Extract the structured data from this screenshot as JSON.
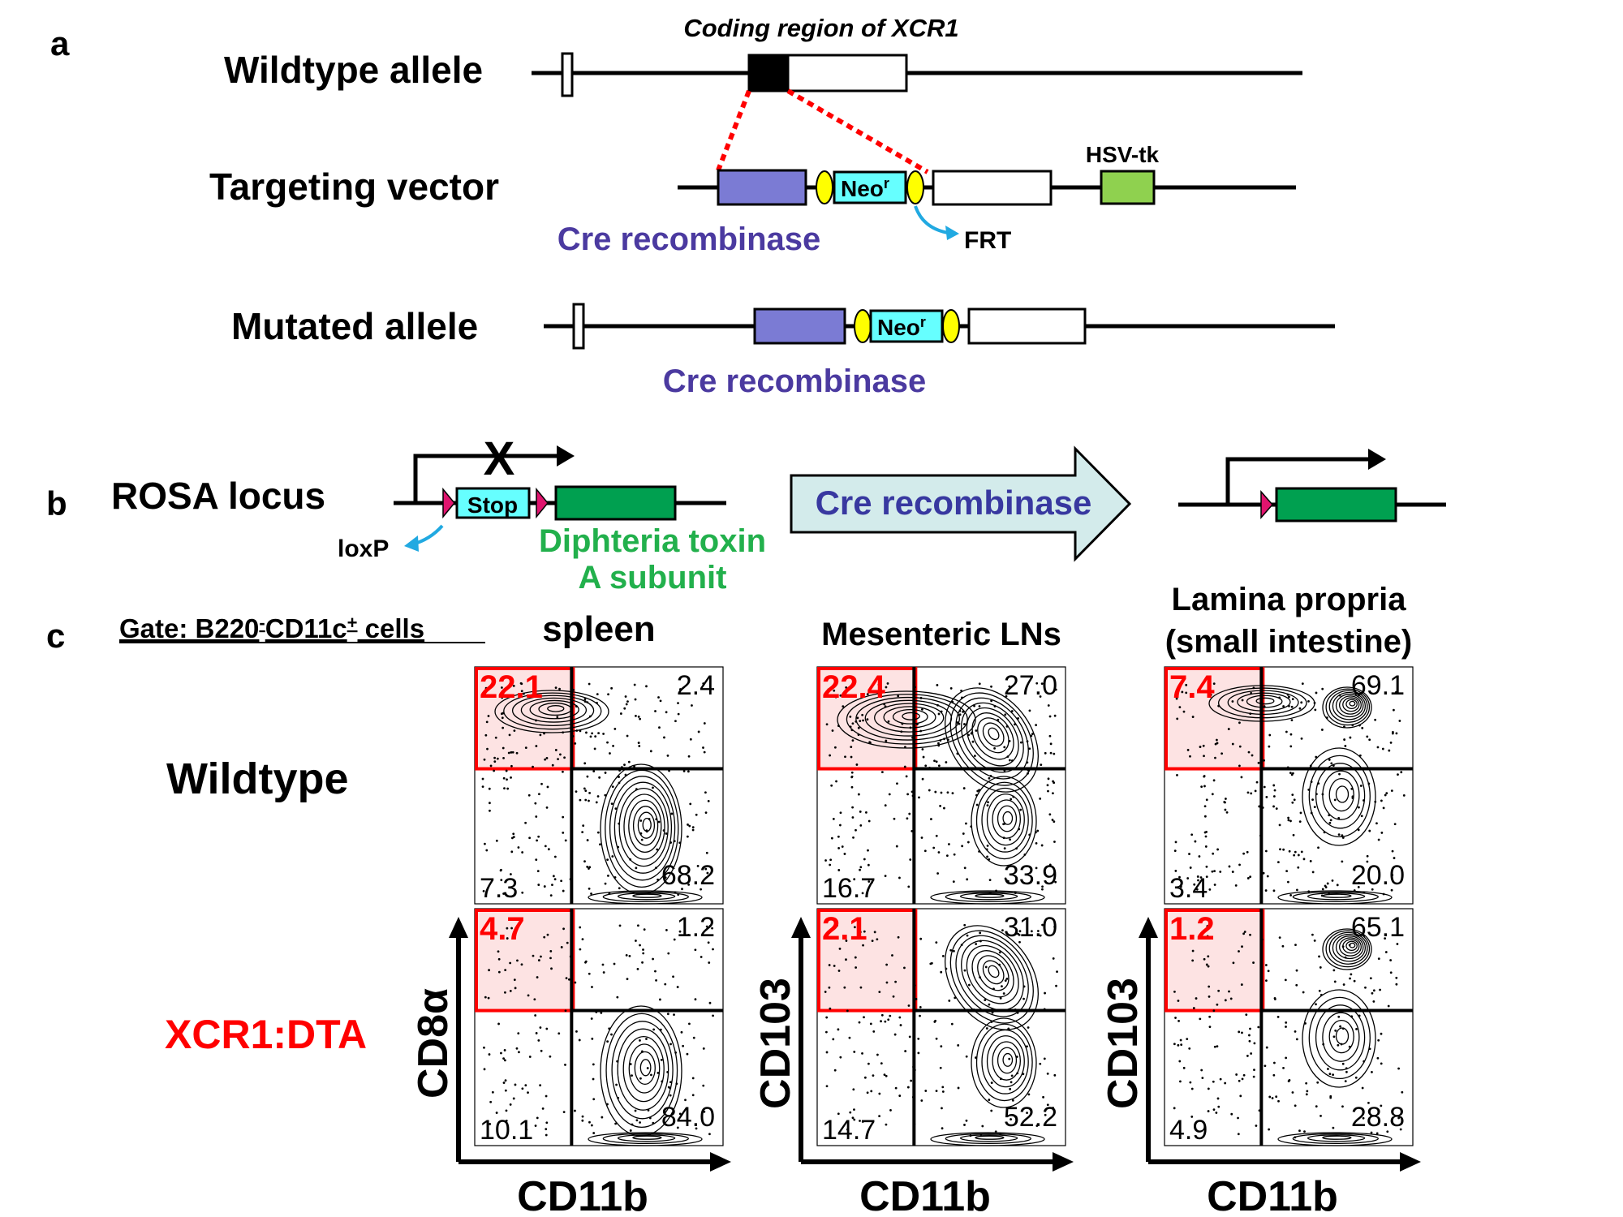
{
  "panel_a": {
    "label": "a",
    "coding_region": "Coding region of XCR1",
    "wildtype": "Wildtype allele",
    "vector": "Targeting vector",
    "hsv": "HSV-tk",
    "neo": "Neo",
    "neo_sup": "r",
    "frt": "FRT",
    "cre1": "Cre recombinase",
    "mutated": "Mutated allele",
    "cre2": "Cre recombinase"
  },
  "panel_b": {
    "label": "b",
    "rosa": "ROSA locus",
    "stop": "Stop",
    "loxp": "loxP",
    "x_mark": "X",
    "dt_line1": "Diphteria toxin",
    "dt_line2": "A subunit",
    "arrow_text": "Cre recombinase"
  },
  "panel_c": {
    "label": "c",
    "gate_text": "Gate: B220",
    "gate_sup1": "-",
    "gate_mid": "CD11c",
    "gate_sup2": "+",
    "gate_end": " cells",
    "row_wt": "Wildtype",
    "row_ko": "XCR1:DTA",
    "columns": [
      {
        "title": [
          "spleen"
        ],
        "ylabel": "CD8α",
        "xlabel": "CD11b",
        "wt": {
          "ul": "22.1",
          "ur": "2.4",
          "ll": "7.3",
          "lr": "68.2"
        },
        "ko": {
          "ul": "4.7",
          "ur": "1.2",
          "ll": "10.1",
          "lr": "84.0"
        }
      },
      {
        "title": [
          "Mesenteric LNs"
        ],
        "ylabel": "CD103",
        "xlabel": "CD11b",
        "wt": {
          "ul": "22.4",
          "ur": "27.0",
          "ll": "16.7",
          "lr": "33.9"
        },
        "ko": {
          "ul": "2.1",
          "ur": "31.0",
          "ll": "14.7",
          "lr": "52.2"
        }
      },
      {
        "title": [
          "Lamina propria",
          "(small intestine)"
        ],
        "ylabel": "CD103",
        "xlabel": "CD11b",
        "wt": {
          "ul": "7.4",
          "ur": "69.1",
          "ll": "3.4",
          "lr": "20.0"
        },
        "ko": {
          "ul": "1.2",
          "ur": "65.1",
          "ll": "4.9",
          "lr": "28.8"
        }
      }
    ]
  },
  "colors": {
    "cre": "#7b7bd4",
    "cre_text": "#4b3aa0",
    "neo": "#66ffff",
    "yellow": "#ffff00",
    "hsv": "#8fd14f",
    "dta": "#00a050",
    "dta_text": "#22b04c",
    "red": "#ff0000",
    "gate_fill": "#fde3e3",
    "arrow_fill": "#d3ebeb",
    "arrow_text": "#3838a0",
    "blue_arrow": "#21a9e1",
    "loxp": "#e0146e"
  }
}
